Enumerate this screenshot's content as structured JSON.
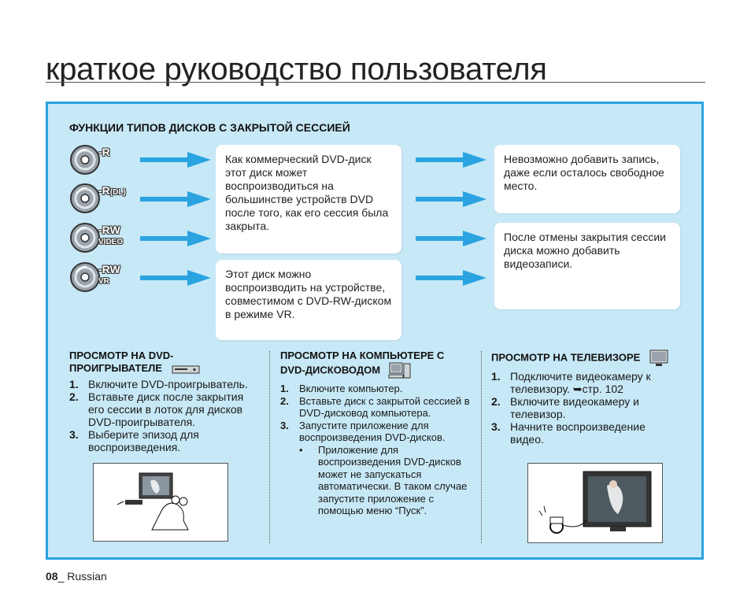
{
  "page": {
    "title": "краткое руководство пользователя",
    "footer_number": "08",
    "footer_lang": "_ Russian"
  },
  "session": {
    "heading": "ФУНКЦИИ ТИПОВ ДИСКОВ С ЗАКРЫТОЙ СЕССИЕЙ",
    "discs": [
      {
        "label": "-R",
        "sub": "",
        "icon": "dvd-r-disc-icon"
      },
      {
        "label": "-R",
        "sub": "(DL)",
        "icon": "dvd-r-dl-disc-icon"
      },
      {
        "label": "-RW",
        "sub": "VIDEO",
        "icon": "dvd-rw-video-disc-icon"
      },
      {
        "label": "-RW",
        "sub": "VR",
        "icon": "dvd-rw-vr-disc-icon"
      }
    ],
    "box_play_commercial": "Как коммерческий DVD-диск этот диск может воспроизводиться на большинстве устройств DVD после того, как его сессия была закрыта.",
    "box_play_vr": "Этот диск можно воспроизводить на устройстве, совместимом с DVD-RW-диском в режиме VR.",
    "box_no_add": "Невозможно добавить запись, даже если осталось свободное место.",
    "box_can_add": "После отмены закрытия сессии диска можно добавить видеозаписи.",
    "accent_color": "#2aa3e0",
    "panel_color": "#c7e8f6"
  },
  "dvd_player": {
    "heading_line1": "ПРОСМОТР НА DVD-",
    "heading_line2": "ПРОИГРЫВАТЕЛЕ",
    "icon": "dvd-player-icon",
    "steps": [
      {
        "n": "1.",
        "text": "Включите DVD-проигрыватель."
      },
      {
        "n": "2.",
        "text": "Вставьте диск после закрытия его сессии в лоток для дисков DVD-проигрывателя."
      },
      {
        "n": "3.",
        "text": "Выберите эпизод для воспроизведения."
      }
    ]
  },
  "computer": {
    "heading_line1": "ПРОСМОТР НА КОМПЬЮТЕРЕ С",
    "heading_line2": "DVD-ДИСКОВОДОМ",
    "icon": "computer-icon",
    "steps": [
      {
        "n": "1.",
        "text": "Включите компьютер."
      },
      {
        "n": "2.",
        "text": "Вставьте диск с закрытой сессией в DVD-дисковод компьютера."
      },
      {
        "n": "3.",
        "text": "Запустите приложение для воспроизведения DVD-дисков."
      }
    ],
    "note_bullet": "•",
    "note": "Приложение для воспроизведения DVD-дисков может не запускаться автоматически. В таком случае запустите приложение с помощью меню “Пуск”."
  },
  "tv": {
    "heading": "ПРОСМОТР НА ТЕЛЕВИЗОРЕ",
    "icon": "tv-icon",
    "steps": [
      {
        "n": "1.",
        "text_before": "Подключите видеокамеру к телевизору. ",
        "ref_symbol": "➥",
        "ref": "стр. 102"
      },
      {
        "n": "2.",
        "text": "Включите видеокамеру и телевизор."
      },
      {
        "n": "3.",
        "text": "Начните воспроизведение видео."
      }
    ]
  }
}
